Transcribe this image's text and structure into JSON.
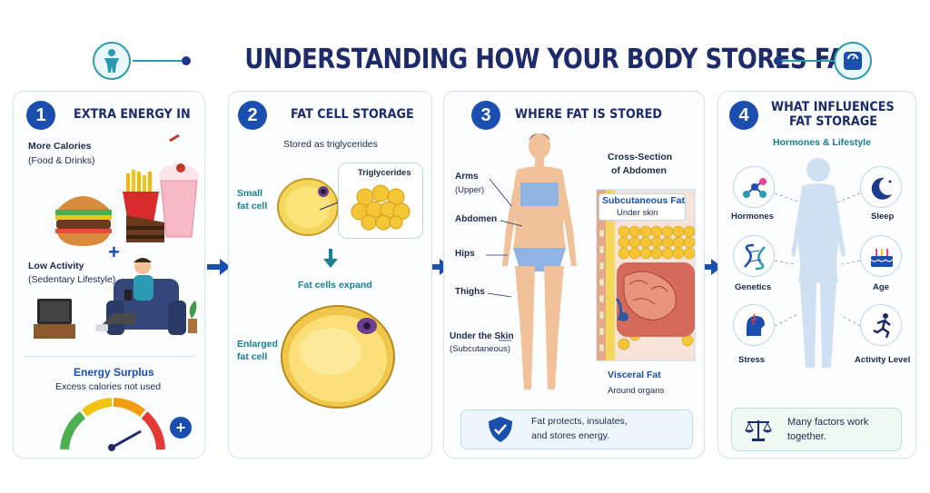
{
  "title": "UNDERSTANDING HOW YOUR BODY STORES FAT",
  "icons": {
    "left": "person-icon",
    "right": "scale-icon"
  },
  "panels": [
    {
      "number": "1",
      "title": "EXTRA ENERGY IN",
      "calories_title": "More Calories",
      "calories_sub": "(Food & Drinks)",
      "plus": "+",
      "activity_title": "Low Activity",
      "activity_sub": "(Sedentary Lifestyle)",
      "surplus_title": "Energy Surplus",
      "surplus_sub": "Excess calories not used"
    },
    {
      "number": "2",
      "title": "FAT CELL STORAGE",
      "subtitle": "Stored as triglycerides",
      "small_cell_label": "Small\nfat cell",
      "small_cell_l1": "Small",
      "small_cell_l2": "fat cell",
      "triglycerides": "Triglycerides",
      "expand": "Fat cells expand",
      "enlarged_l1": "Enlarged",
      "enlarged_l2": "fat cell"
    },
    {
      "number": "3",
      "title": "WHERE FAT IS STORED",
      "arms": "Arms",
      "arms_sub": "(Upper)",
      "abdomen": "Abdomen",
      "hips": "Hips",
      "thighs": "Thighs",
      "under_skin": "Under the Skin",
      "under_skin_sub": "(Subcutaneous)",
      "cross_l1": "Cross-Section",
      "cross_l2": "of Abdomen",
      "subcut": "Subcutaneous Fat",
      "subcut_sub": "Under skin",
      "visceral": "Visceral Fat",
      "visceral_sub": "Around organs",
      "info_l1": "Fat protects, insulates,",
      "info_l2": "and stores energy."
    },
    {
      "number": "4",
      "title_l1": "WHAT INFLUENCES",
      "title_l2": "FAT STORAGE",
      "subtitle": "Hormones & Lifestyle",
      "factors": [
        "Hormones",
        "Sleep",
        "Genetics",
        "Age",
        "Stress",
        "Activity Level"
      ],
      "info_l1": "Many factors work",
      "info_l2": "together."
    }
  ],
  "colors": {
    "navy": "#1d2b6b",
    "blue": "#1a4fb0",
    "teal": "#1a7f92",
    "fat_yellow": "#f6d34a"
  }
}
